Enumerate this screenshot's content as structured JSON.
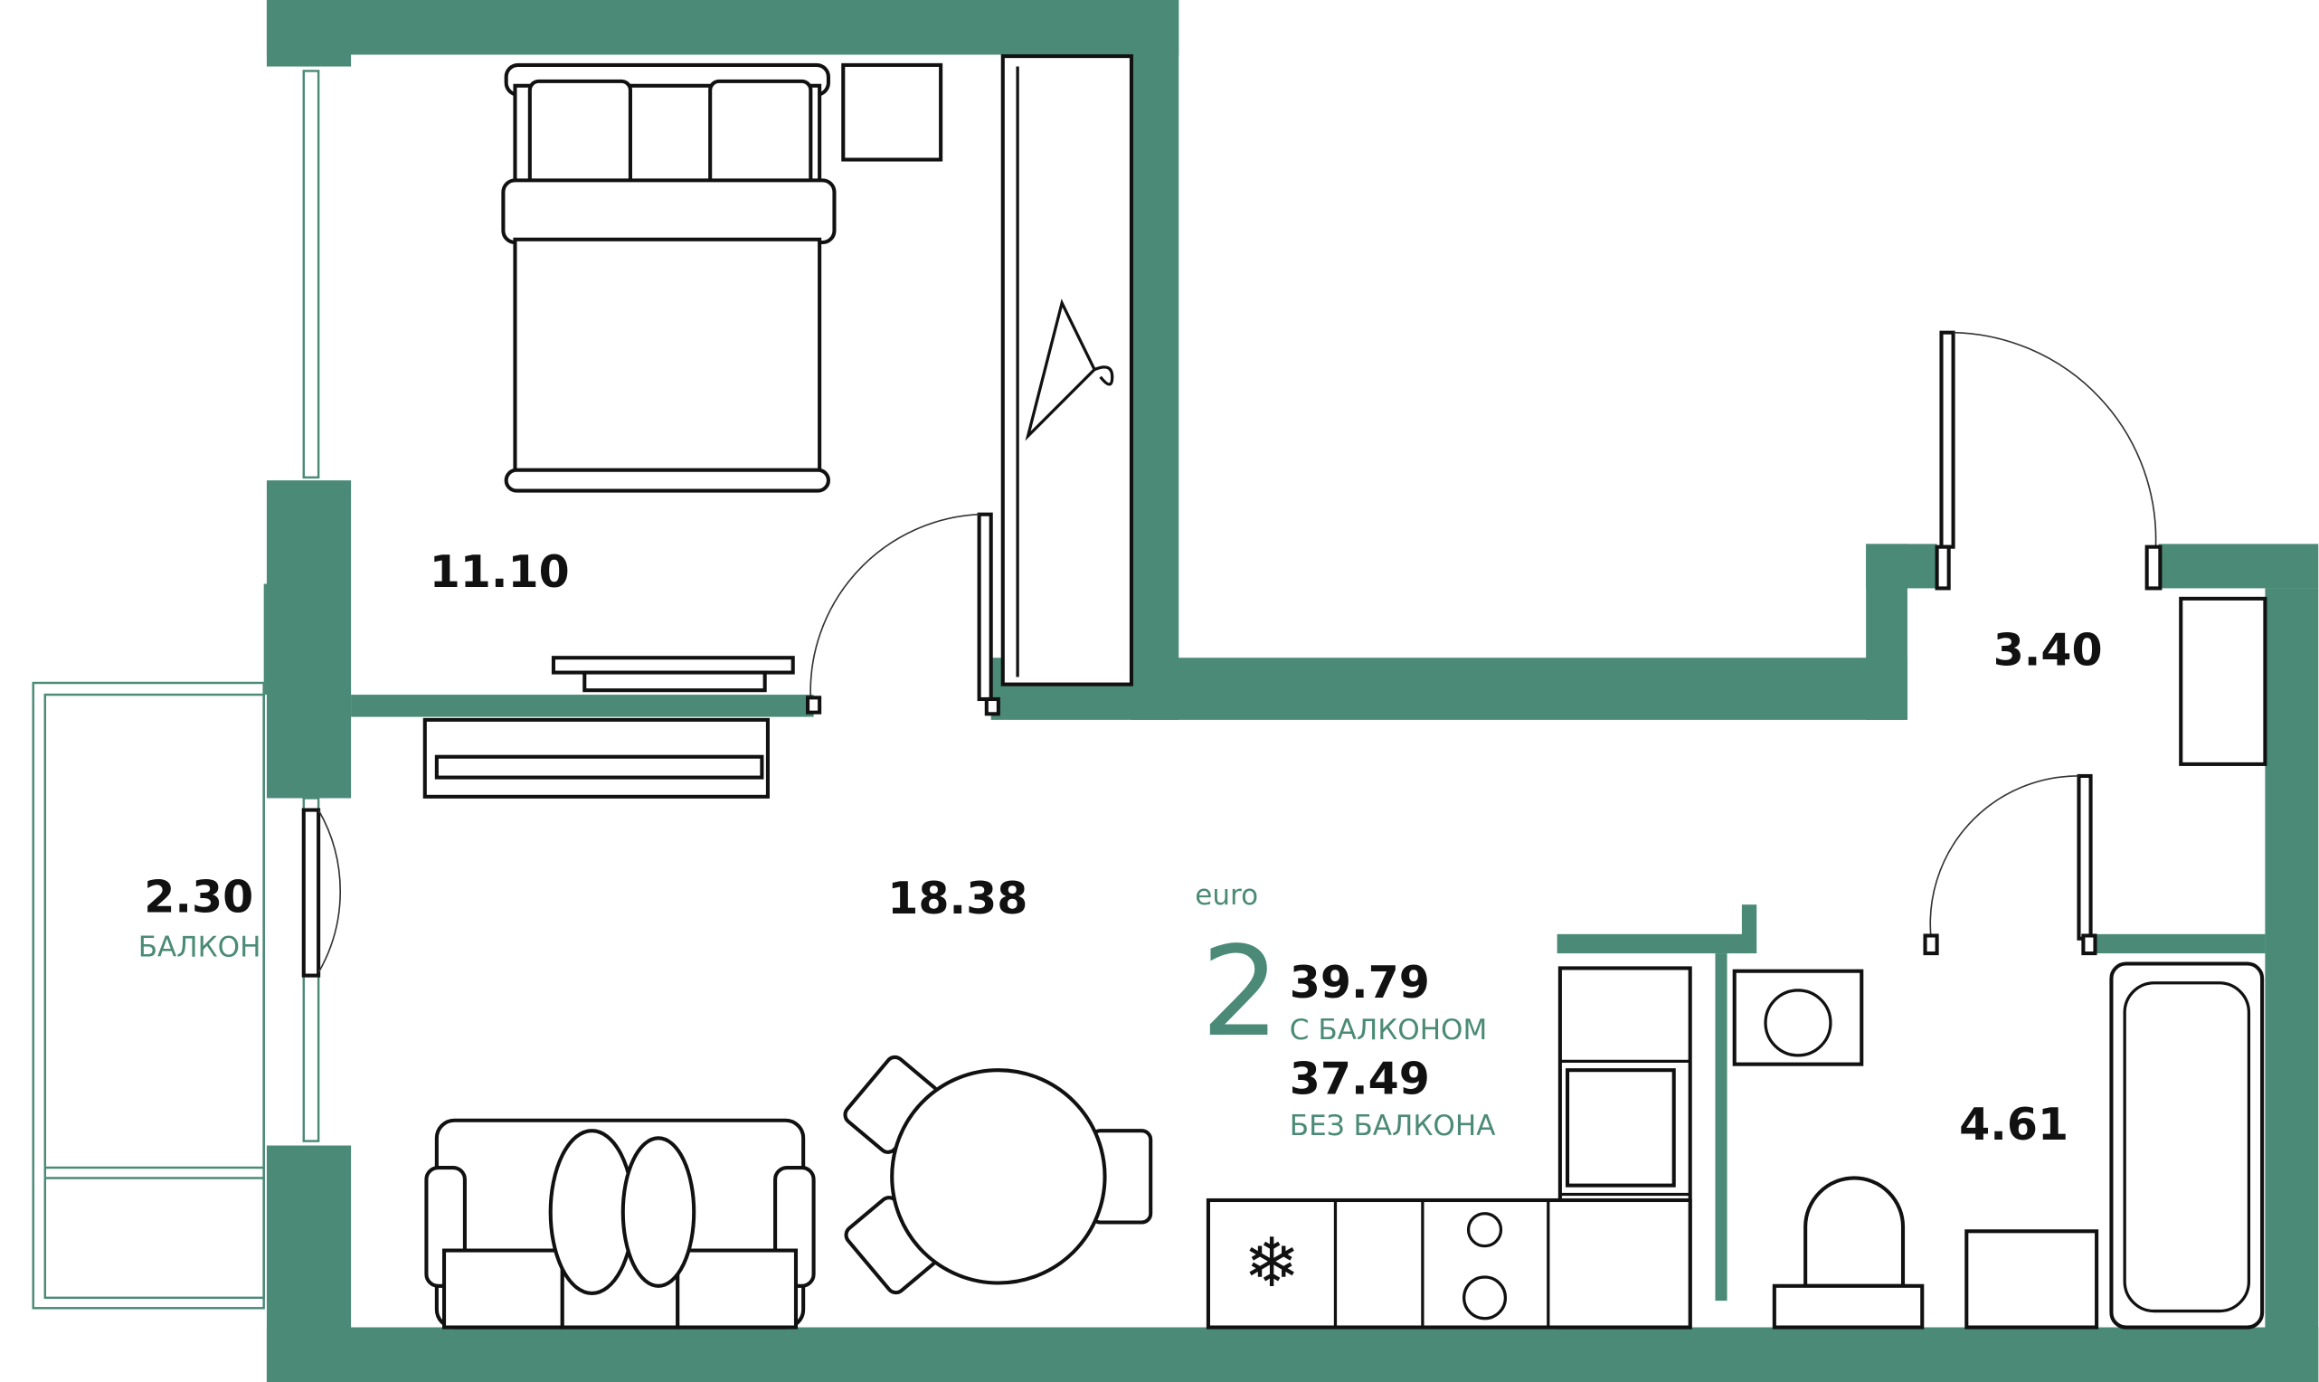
{
  "plan": {
    "type_label": "euro",
    "rooms_count": "2",
    "area_with_balcony": "39.79",
    "with_balcony_label": "С БАЛКОНОМ",
    "area_without_balcony": "37.49",
    "without_balcony_label": "БЕЗ БАЛКОНА"
  },
  "rooms": {
    "bedroom": "11.10",
    "living": "18.38",
    "hall": "3.40",
    "bathroom": "4.61",
    "balcony": "2.30",
    "balcony_label": "БАЛКОН"
  },
  "colors": {
    "wall": "#4a8a76",
    "text": "#111111"
  }
}
